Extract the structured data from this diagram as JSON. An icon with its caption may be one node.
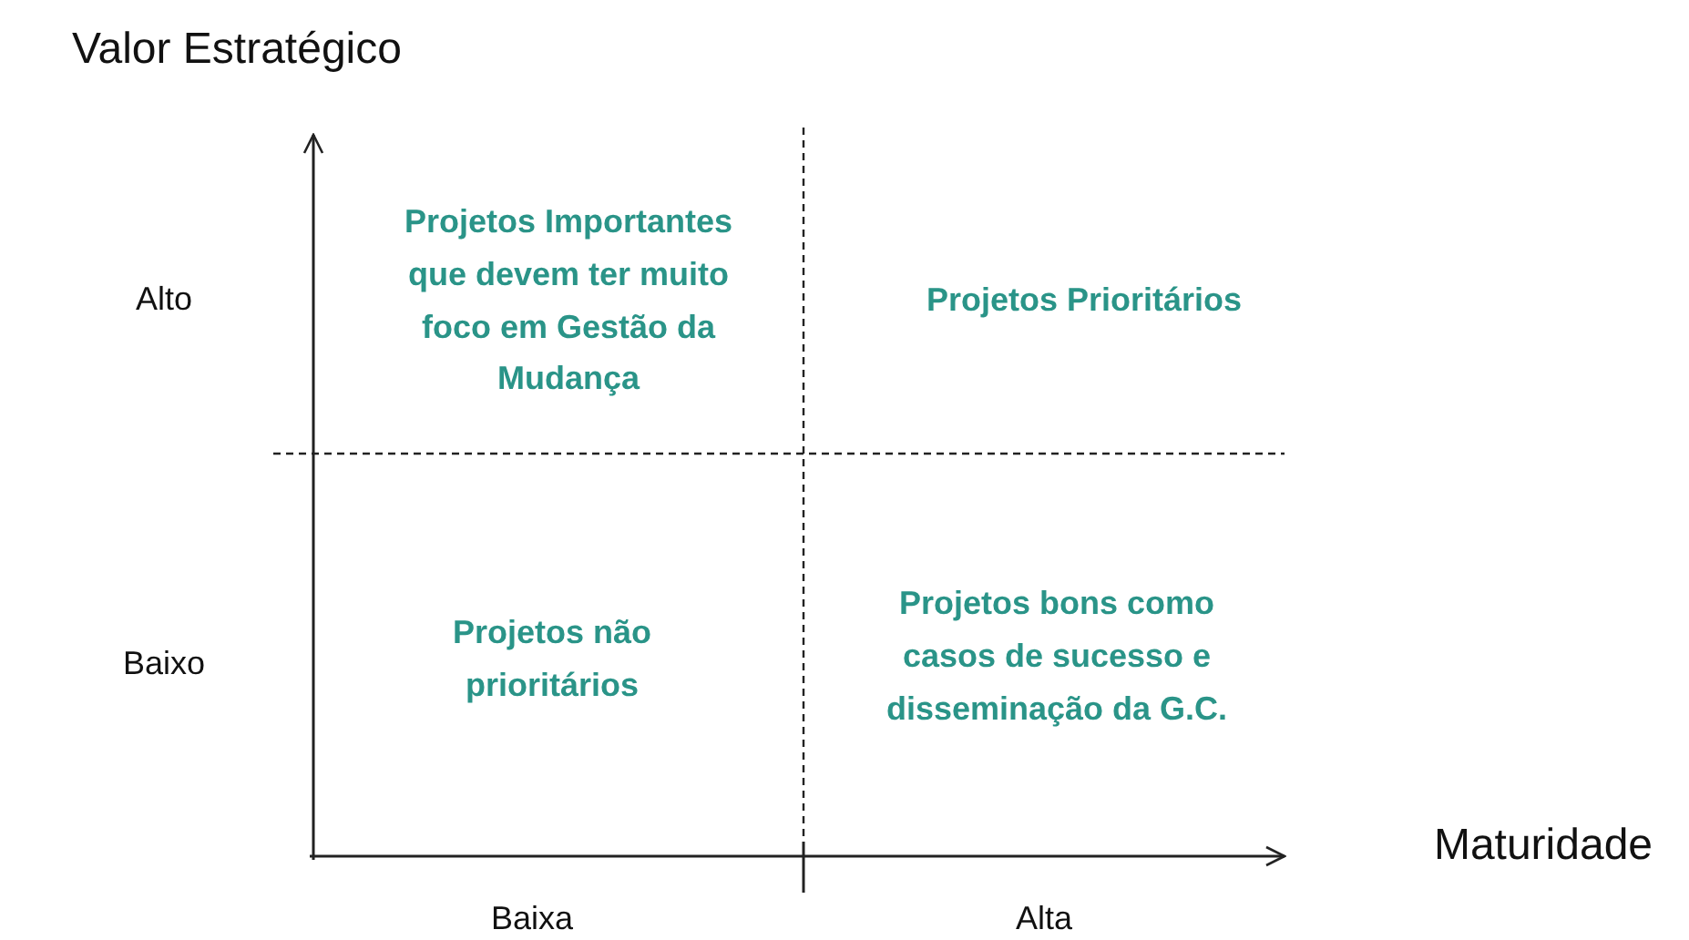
{
  "diagram": {
    "labels": [
      "Valor Estratégico",
      "Alto",
      "Projetos Importantes que devem ter muito foco em Gestão da Mudança",
      "Projetos Prioritários",
      "Baixo",
      "Projetos não prioritários",
      "Projetos bons como casos de sucesso e disseminação da G.C.",
      "Maturidade",
      "Baixa",
      "Alta"
    ]
  }
}
